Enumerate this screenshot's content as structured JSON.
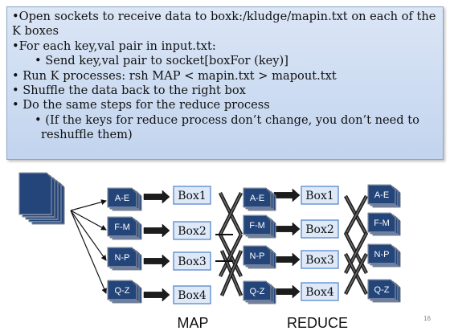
{
  "slide": {
    "bullets": [
      {
        "level": 1,
        "text": "•Open sockets to receive data to boxk:/kludge/mapin.txt on each of the K boxes"
      },
      {
        "level": 1,
        "text": "•For each key,val pair in input.txt:"
      },
      {
        "level": 2,
        "text": "• Send key,val pair to socket[boxFor (key)]"
      },
      {
        "level": 1,
        "text": "• Run K processes: rsh MAP < mapin.txt > mapout.txt"
      },
      {
        "level": 1,
        "text": "• Shuffle the data back to the right box"
      },
      {
        "level": 1,
        "text": "• Do the same steps for the reduce process"
      },
      {
        "level": 2,
        "text": "• (If the keys for reduce process don’t change, you don’t need to reshuffle them)"
      }
    ],
    "page_number": "16"
  },
  "diagram": {
    "range_labels": [
      "A-E",
      "F-M",
      "N-P",
      "Q-Z"
    ],
    "map_boxes": [
      "Box1",
      "Box2",
      "Box3",
      "Box4"
    ],
    "reduce_boxes": [
      "Box1",
      "Box2",
      "Box3",
      "Box4"
    ],
    "captions": {
      "map": "MAP",
      "reduce": "REDUCE"
    },
    "colors": {
      "stack_fill": "#23457a",
      "stack_stroke": "#0d1c3a",
      "box_fill": "#dde9f8",
      "box_stroke": "#4d7fc6",
      "arrow": "#111111"
    }
  }
}
